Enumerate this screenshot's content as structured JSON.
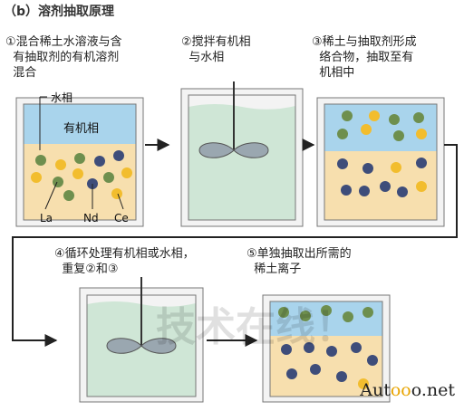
{
  "title": "（b）溶剂抽取原理",
  "steps": {
    "s1": "①混合稀土水溶液与含\n  有抽取剂的有机溶剂\n  混合",
    "s2": "②搅拌有机相\n  与水相",
    "s3": "③稀土与抽取剂形成\n  络合物，抽取至有\n  机相中",
    "s4": "④循环处理有机相或水相，\n  重复②和③",
    "s5": "⑤单独抽取出所需的\n  稀土离子"
  },
  "labels": {
    "water_phase": "水相",
    "organic_phase": "有机相",
    "la": "La",
    "nd": "Nd",
    "ce": "Ce"
  },
  "colors": {
    "organic_blue": "#a9d4ec",
    "aqueous_yellow": "#f7dfae",
    "stir_green": "#cfe6d6",
    "la_green": "#6e8f4e",
    "nd_navy": "#3e4d7a",
    "ce_yellow": "#f2bd2e",
    "arrow": "#222222"
  },
  "watermark": "技术在线！",
  "brand": {
    "name": "Autooo.net"
  }
}
